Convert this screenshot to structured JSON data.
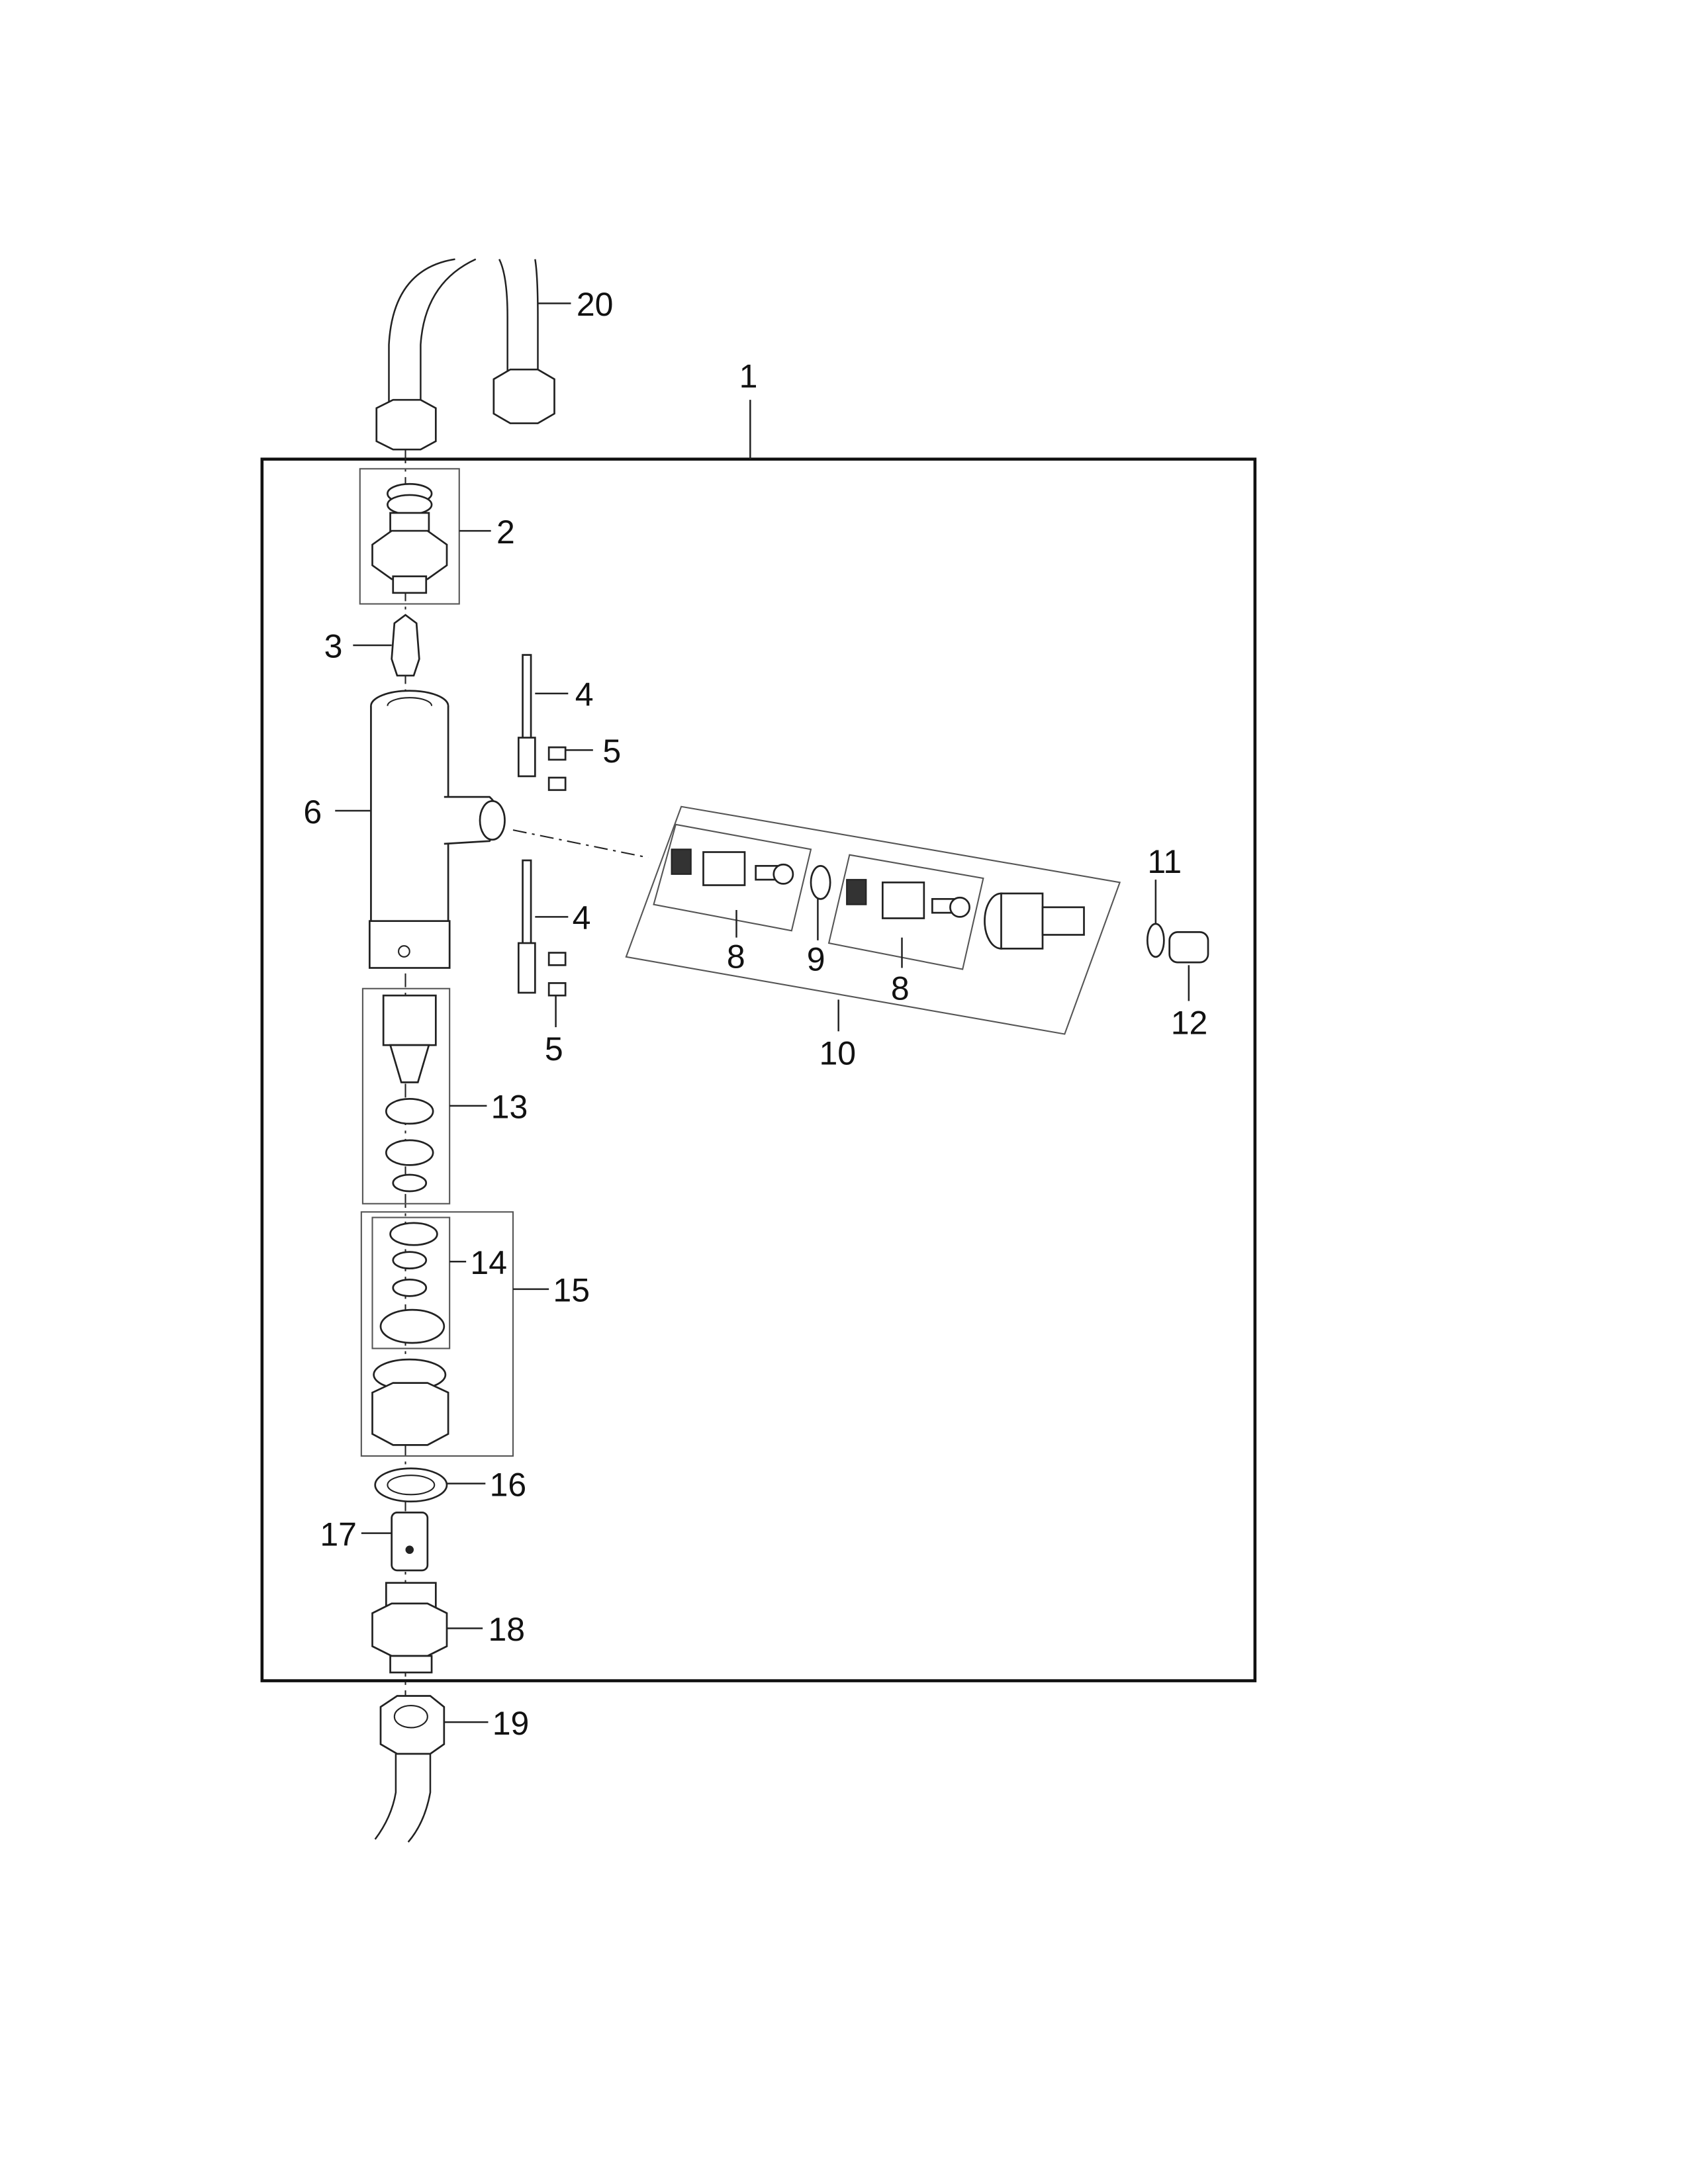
{
  "diagram": {
    "type": "exploded parts diagram",
    "callouts": {
      "c1": "1",
      "c2": "2",
      "c3": "3",
      "c4a": "4",
      "c4b": "4",
      "c5a": "5",
      "c5b": "5",
      "c6": "6",
      "c8a": "8",
      "c8b": "8",
      "c9": "9",
      "c10": "10",
      "c11": "11",
      "c12": "12",
      "c13": "13",
      "c14": "14",
      "c15": "15",
      "c16": "16",
      "c17": "17",
      "c18": "18",
      "c19": "19",
      "c20": "20"
    }
  }
}
